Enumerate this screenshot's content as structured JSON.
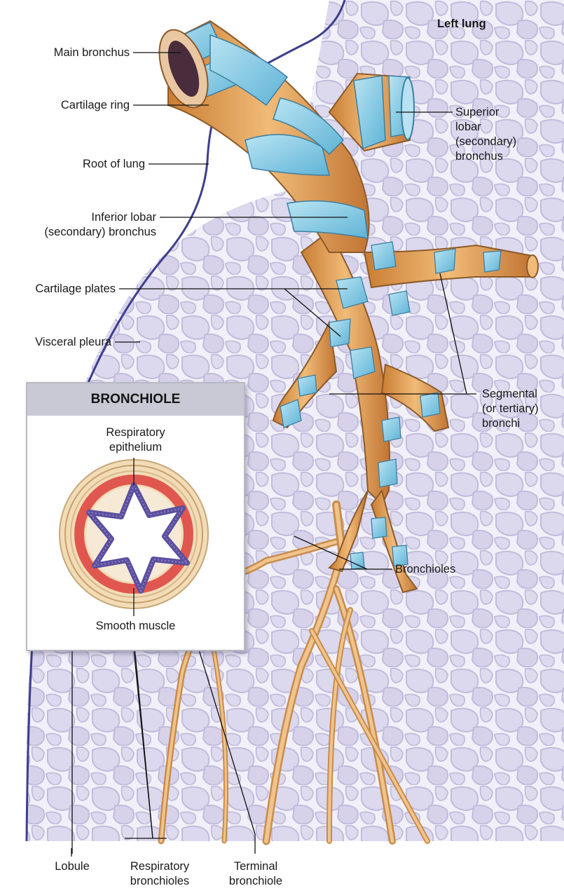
{
  "lung_label": "Left lung",
  "labels": {
    "main_bronchus": "Main bronchus",
    "cartilage_ring": "Cartilage ring",
    "root_of_lung": "Root of lung",
    "inferior_lobar": "Inferior lobar\n(secondary) bronchus",
    "cartilage_plates": "Cartilage plates",
    "visceral_pleura": "Visceral pleura",
    "superior_lobar": "Superior\nlobar\n(secondary)\nbronchus",
    "segmental": "Segmental\n(or tertiary)\nbronchi",
    "bronchioles": "Bronchioles",
    "lobule": "Lobule",
    "respiratory_bronchioles": "Respiratory\nbronchioles",
    "terminal_bronchiole": "Terminal\nbronchiole"
  },
  "inset": {
    "title": "BRONCHIOLE",
    "respiratory_epithelium": "Respiratory\nepithelium",
    "smooth_muscle": "Smooth muscle"
  },
  "colors": {
    "lung_tissue": "#dad6ec",
    "cell_outline": "#b9b3d6",
    "pleura": "#3c3f8c",
    "bronchus_tan": "#e2a35a",
    "cartilage_blue": "#8fcfe6",
    "alveoli": "#e8a24c",
    "smooth_muscle": "#e0574f",
    "epithelium": "#5b4f9e"
  }
}
